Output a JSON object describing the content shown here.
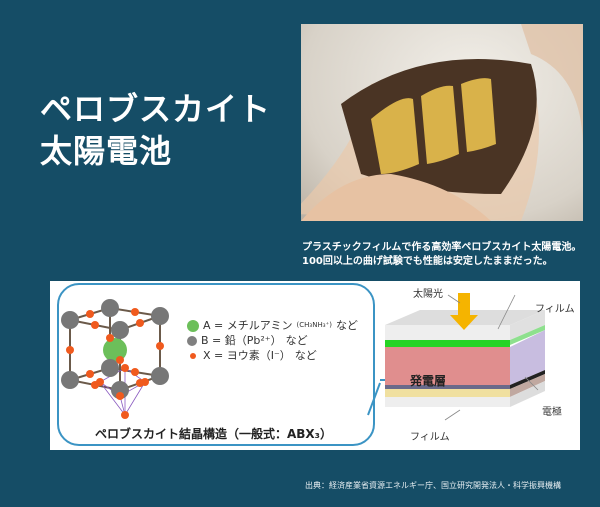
{
  "title": {
    "line1": "ペロブスカイト",
    "line2": "太陽電池"
  },
  "photo_caption": {
    "line1": "プラスチックフィルムで作る高効率ペロブスカイト太陽電池。",
    "line2": "100回以上の曲げ試験でも性能は安定したままだった。"
  },
  "crystal": {
    "legend": [
      {
        "text": "A = メチルアミン",
        "sub": "(CH₃NH₃⁺)",
        "suffix": " など",
        "color": "#6cbf5a"
      },
      {
        "text": "B = 鉛（Pb²⁺）",
        "sub": "",
        "suffix": "など",
        "color": "#808080"
      },
      {
        "text": "X = ヨウ素（I⁻）",
        "sub": "",
        "suffix": "など",
        "color": "#f05a1e"
      }
    ],
    "caption": "ペロブスカイト結晶構造（一般式：ABX₃）"
  },
  "cell": {
    "sunlight": "太陽光",
    "film_top": "フィルム",
    "layer": "発電層",
    "electrode": "電極",
    "film_bottom": "フィルム"
  },
  "source": "出典：経済産業省資源エネルギー庁、国立研究開発法人・科学振興機構",
  "colors": {
    "background": "#154d66",
    "callout": "#3b94c4",
    "arrow": "#f5b400"
  }
}
